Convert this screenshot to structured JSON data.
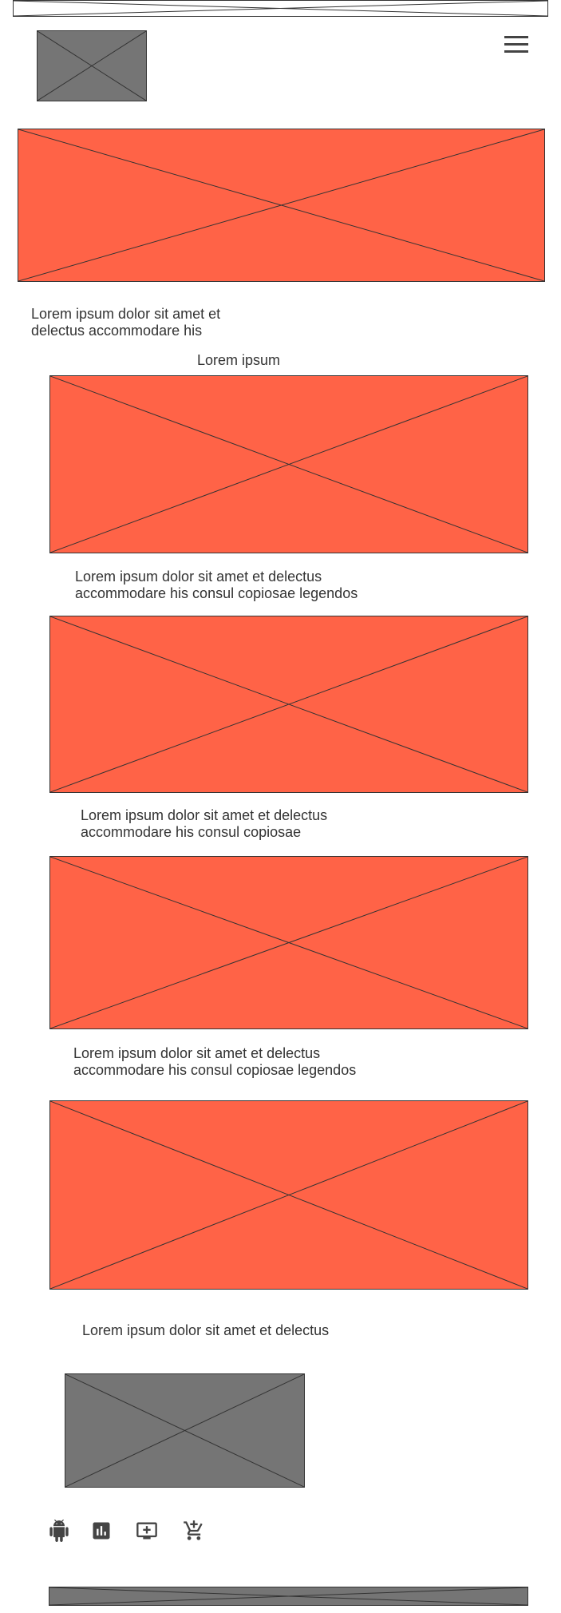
{
  "header": {
    "menu_icon": "hamburger-menu-icon"
  },
  "intro": {
    "text_line1": "Lorem ipsum dolor sit amet et",
    "text_line2": "delectus accommodare his"
  },
  "section": {
    "heading": "Lorem ipsum"
  },
  "items": [
    {
      "caption_line1": "Lorem ipsum dolor sit amet et delectus",
      "caption_line2": "accommodare his consul copiosae legendos"
    },
    {
      "caption_line1": "Lorem ipsum dolor sit amet et delectus",
      "caption_line2": "accommodare his consul copiosae"
    },
    {
      "caption_line1": "Lorem ipsum dolor sit amet et delectus",
      "caption_line2": "accommodare his consul copiosae legendos"
    },
    {
      "caption_line1": "Lorem ipsum dolor sit amet et delectus"
    }
  ],
  "footer": {
    "icons": [
      "android-icon",
      "bar-chart-icon",
      "add-to-queue-icon",
      "add-shopping-cart-icon"
    ]
  },
  "colors": {
    "placeholder_red": "#ff6347",
    "placeholder_grey": "#757575",
    "text": "#333333"
  }
}
